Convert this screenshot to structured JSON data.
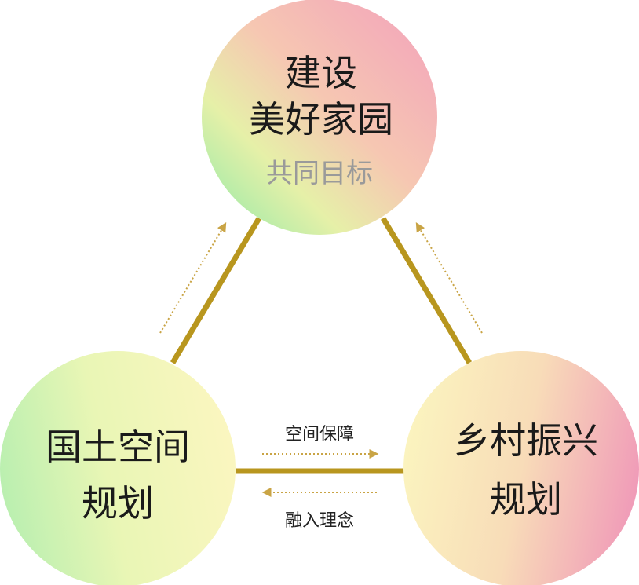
{
  "top_node": {
    "line1": "建设",
    "line2": "美好家园",
    "sub": "共同目标"
  },
  "left_node": {
    "line1": "国土空间",
    "line2": "规划"
  },
  "right_node": {
    "line1": "乡村振兴",
    "line2": "规划"
  },
  "edges": {
    "to_right_label": "空间保障",
    "to_left_label": "融入理念"
  },
  "colors": {
    "connector": "#b8961e",
    "arrow_dots": "#c9a445"
  }
}
